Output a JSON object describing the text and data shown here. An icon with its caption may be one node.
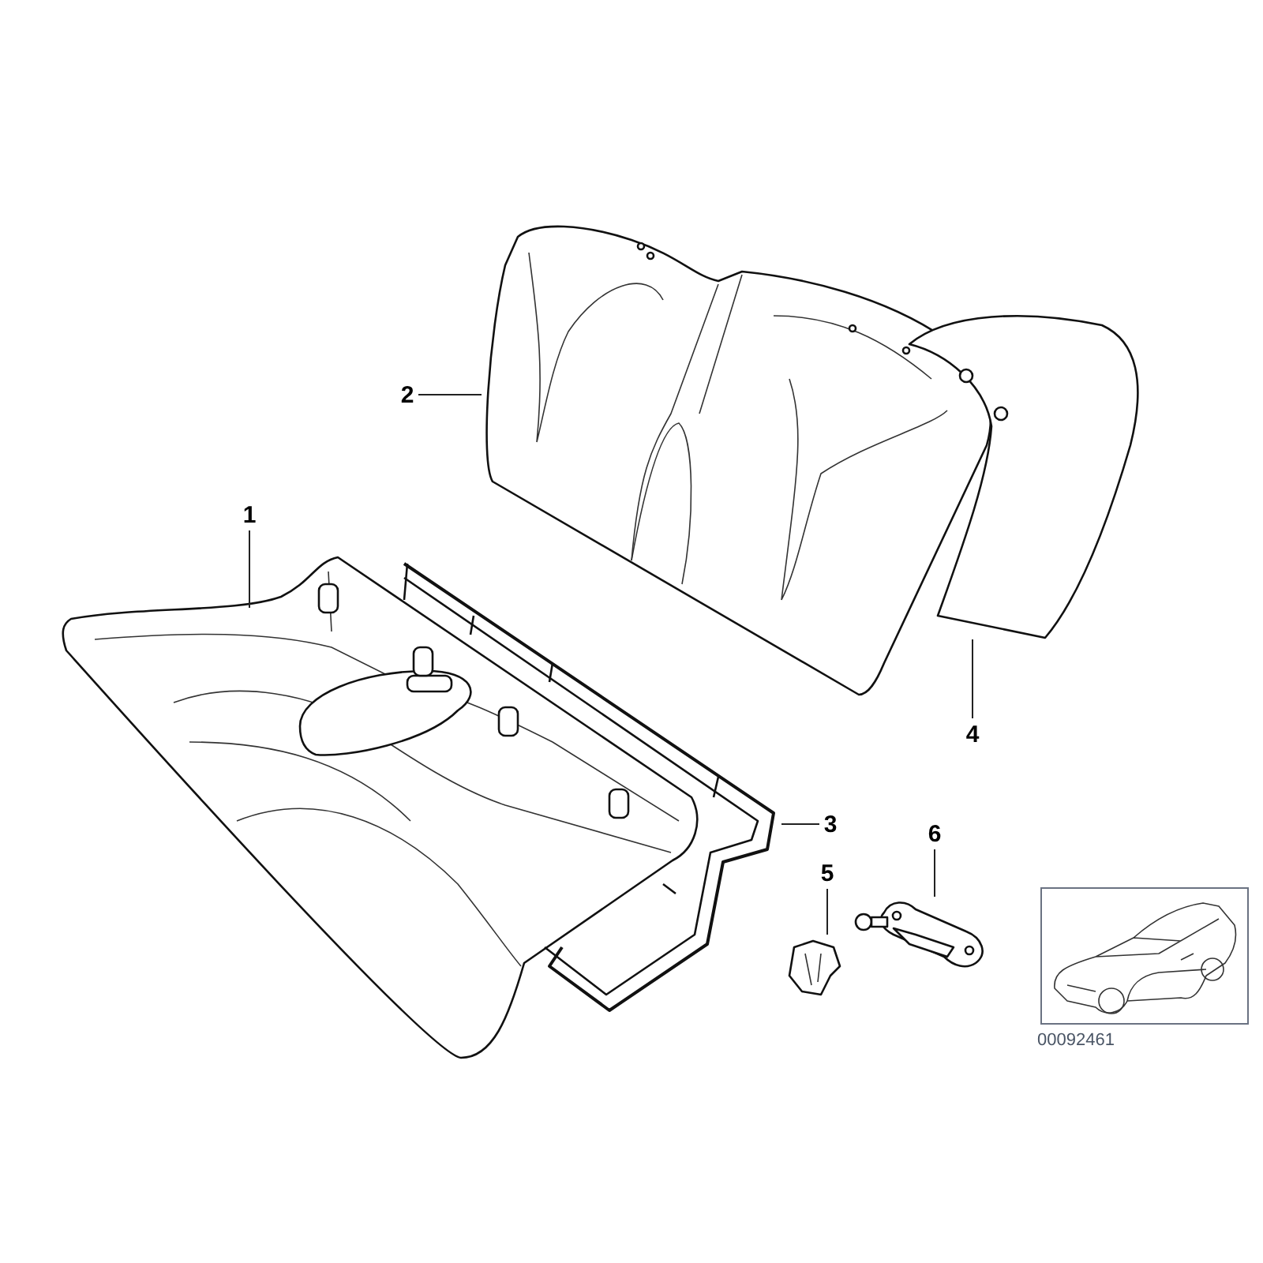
{
  "diagram": {
    "nodes": [
      {
        "text": [
          "1"
        ]
      },
      {
        "text": [
          "2"
        ]
      },
      {
        "text": [
          "3"
        ]
      },
      {
        "text": [
          "4"
        ]
      },
      {
        "text": [
          "5"
        ]
      },
      {
        "text": [
          "6"
        ]
      },
      {
        "text": [],
        "shape": "picture"
      },
      {
        "text": [],
        "shape": "picture"
      },
      {
        "text": [],
        "shape": "picture"
      },
      {
        "text": [],
        "shape": "picture"
      },
      {
        "text": [],
        "shape": "picture"
      },
      {
        "text": [],
        "shape": "picture"
      }
    ],
    "edges": [
      {
        "from": 0,
        "to": 6,
        "arrow": "none"
      },
      {
        "from": 1,
        "to": 7,
        "arrow": "none"
      },
      {
        "from": 2,
        "to": 8,
        "arrow": "none"
      },
      {
        "from": 3,
        "to": 9,
        "arrow": "none"
      },
      {
        "from": 4,
        "to": 10,
        "arrow": "none"
      },
      {
        "from": 5,
        "to": 11,
        "arrow": "none"
      }
    ],
    "labels": [
      "00092461"
    ]
  }
}
